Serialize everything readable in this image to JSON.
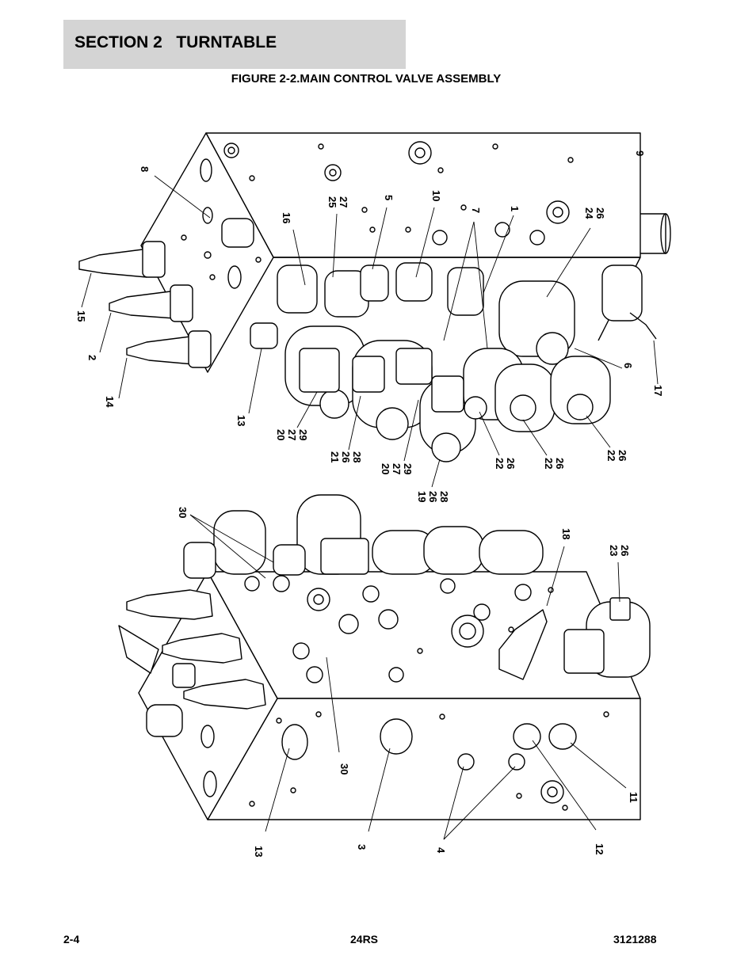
{
  "header": {
    "section_label": "SECTION 2   TURNTABLE"
  },
  "figure": {
    "title": "FIGURE 2-2.MAIN CONTROL VALVE ASSEMBLY"
  },
  "callouts": {
    "c8": "8",
    "c15": "15",
    "c2": "2",
    "c14": "14",
    "c13a": "13",
    "c16": "16",
    "c25": "25",
    "c27a": "27",
    "c5": "5",
    "c10": "10",
    "c7": "7",
    "c1": "1",
    "c24": "24",
    "c26a": "26",
    "c9": "9",
    "c6": "6",
    "c17": "17",
    "c20a": "20",
    "c27b": "27",
    "c29a": "29",
    "c21": "21",
    "c26b": "26",
    "c28a": "28",
    "c20b": "20",
    "c27c": "27",
    "c29b": "29",
    "c19": "19",
    "c26c": "26",
    "c28b": "28",
    "c22a": "22",
    "c26d": "26",
    "c22b": "22",
    "c26e": "26",
    "c22c": "22",
    "c26f": "26",
    "c30a": "30",
    "c18": "18",
    "c23": "23",
    "c26g": "26",
    "c30b": "30",
    "c13b": "13",
    "c3": "3",
    "c4": "4",
    "c12": "12",
    "c11": "11"
  },
  "footer": {
    "page_number": "2-4",
    "model": "24RS",
    "doc_number": "3121288"
  }
}
